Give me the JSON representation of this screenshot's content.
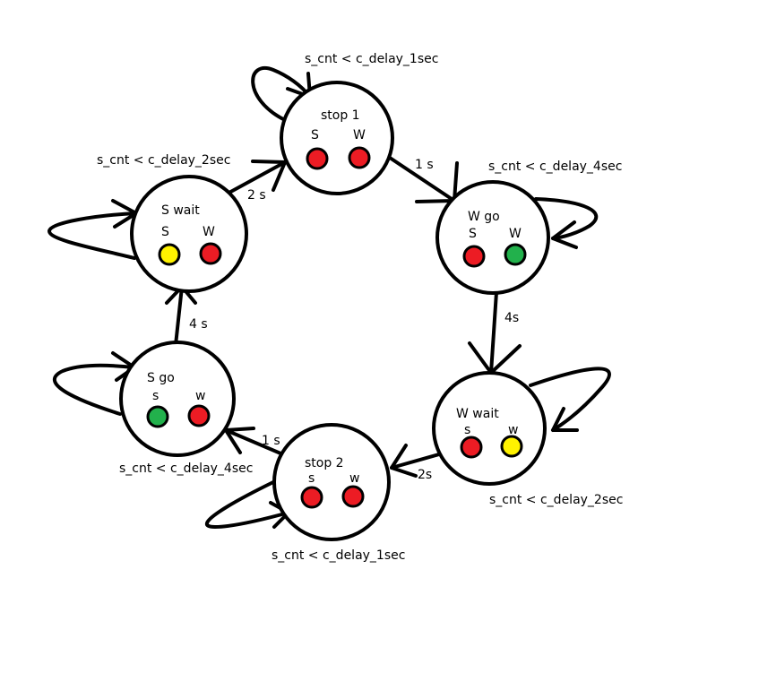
{
  "colors": {
    "red": "#ec1c24",
    "green": "#22b14c",
    "yellow": "#fff200"
  },
  "states": {
    "stop1": {
      "name": "stop 1",
      "lamp1_label": "S",
      "lamp2_label": "W",
      "lamp1": "red",
      "lamp2": "red"
    },
    "wgo": {
      "name": "W go",
      "lamp1_label": "S",
      "lamp2_label": "W",
      "lamp1": "red",
      "lamp2": "green"
    },
    "wwait": {
      "name": "W wait",
      "lamp1_label": "s",
      "lamp2_label": "w",
      "lamp1": "red",
      "lamp2": "yellow"
    },
    "stop2": {
      "name": "stop 2",
      "lamp1_label": "s",
      "lamp2_label": "w",
      "lamp1": "red",
      "lamp2": "red"
    },
    "sgo": {
      "name": "S go",
      "lamp1_label": "s",
      "lamp2_label": "w",
      "lamp1": "green",
      "lamp2": "red"
    },
    "swait": {
      "name": "S wait",
      "lamp1_label": "S",
      "lamp2_label": "W",
      "lamp1": "yellow",
      "lamp2": "red"
    }
  },
  "transitions": {
    "stop1_to_wgo": "1 s",
    "wgo_to_wwait": "4s",
    "wwait_to_stop2": "2s",
    "stop2_to_sgo": "1 s",
    "sgo_to_swait": "4 s",
    "swait_to_stop1": "2 s"
  },
  "self_loops": {
    "stop1": "s_cnt < c_delay_1sec",
    "wgo": "s_cnt < c_delay_4sec",
    "wwait": "s_cnt < c_delay_2sec",
    "stop2": "s_cnt < c_delay_1sec",
    "sgo": "s_cnt < c_delay_4sec",
    "swait": "s_cnt < c_delay_2sec"
  }
}
